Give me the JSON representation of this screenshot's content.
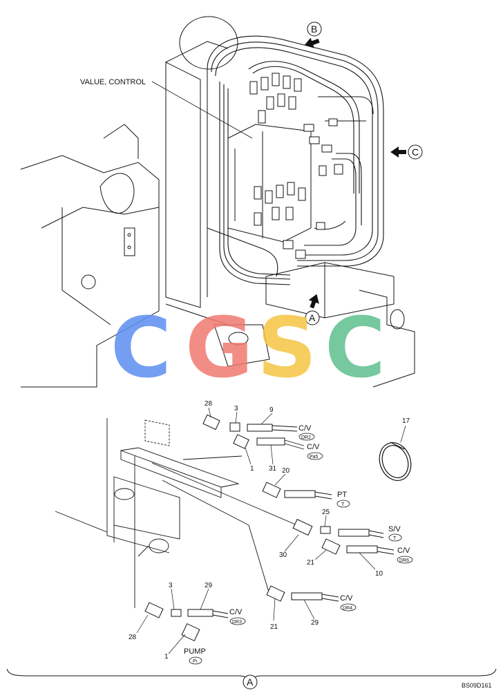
{
  "drawing": {
    "top_callout": "VALUE, CONTROL",
    "view_marks": {
      "b": "B",
      "c": "C",
      "a": "A"
    },
    "watermark": {
      "letters": [
        "C",
        "G",
        "S",
        "C"
      ],
      "colors": [
        "#5b8ef0",
        "#f07a70",
        "#f5c542",
        "#5fbf8f"
      ]
    }
  },
  "parts": {
    "p28a": "28",
    "p3a": "3",
    "p9": "9",
    "p1a": "1",
    "p31": "31",
    "p17": "17",
    "p20": "20",
    "p25": "25",
    "p30": "30",
    "p21a": "21",
    "p10": "10",
    "p3b": "3",
    "p29a": "29",
    "p28b": "28",
    "p1b": "1",
    "p21b": "21",
    "p29b": "29"
  },
  "connections": {
    "cv1": {
      "label": "C/V",
      "port": "DR2"
    },
    "cv2": {
      "label": "C/V",
      "port": "Pa5"
    },
    "pt": {
      "label": "PT",
      "port": "T"
    },
    "sv": {
      "label": "S/V",
      "port": "T"
    },
    "cv3": {
      "label": "C/V",
      "port": "DR6"
    },
    "cv4": {
      "label": "C/V",
      "port": "DR3"
    },
    "cv5": {
      "label": "C/V",
      "port": "DR4"
    },
    "pump": {
      "label": "PUMP",
      "port": "Pi"
    }
  },
  "footer": {
    "view_label": "A",
    "code": "BS09D161"
  }
}
